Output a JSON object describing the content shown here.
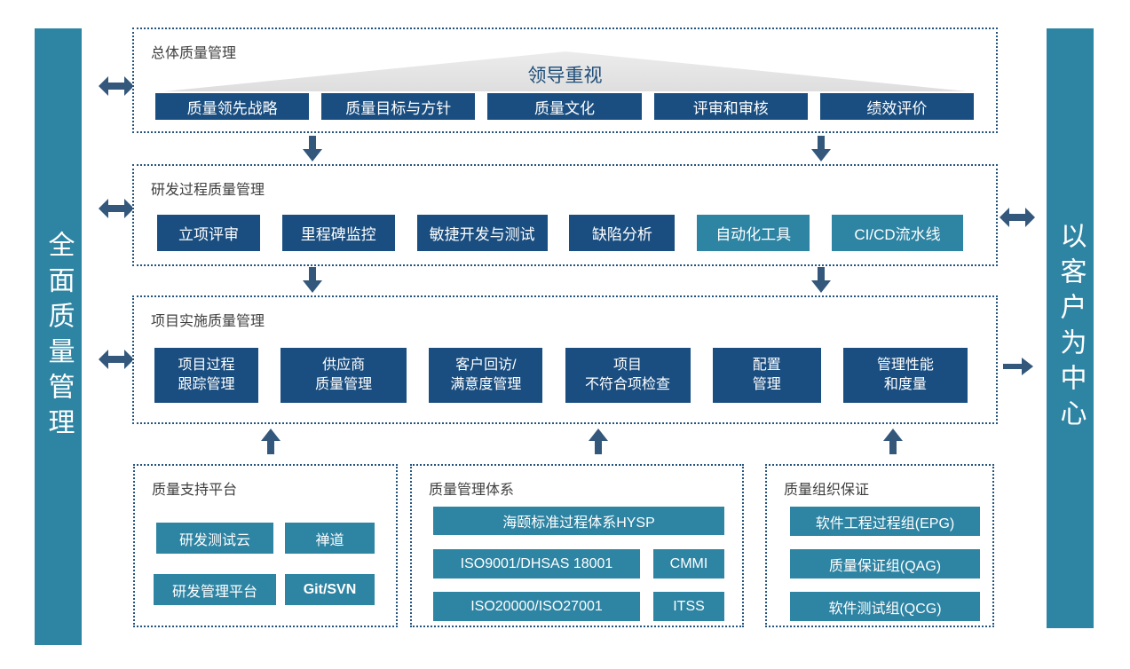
{
  "colors": {
    "teal": "#2E84A3",
    "dark_blue": "#1A4E80",
    "arrow": "#33587C",
    "dotted_border": "#24547E",
    "triangle_gray": "#E4E4E4",
    "banner_text": "#1F4E79",
    "title_text": "#3F3F3F"
  },
  "left_bar": {
    "label": "全面质量管理"
  },
  "right_bar": {
    "label": "以客户为中心"
  },
  "sections": {
    "overall": {
      "title": "总体质量管理",
      "banner": "领导重视",
      "items": [
        "质量领先战略",
        "质量目标与方针",
        "质量文化",
        "评审和审核",
        "绩效评价"
      ]
    },
    "rd_process": {
      "title": "研发过程质量管理",
      "items": [
        "立项评审",
        "里程碑监控",
        "敏捷开发与测试",
        "缺陷分析",
        "自动化工具",
        "CI/CD流水线"
      ]
    },
    "project_impl": {
      "title": "项目实施质量管理",
      "items": [
        {
          "line1": "项目过程",
          "line2": "跟踪管理"
        },
        {
          "line1": "供应商",
          "line2": "质量管理"
        },
        {
          "line1": "客户回访/",
          "line2": "满意度管理"
        },
        {
          "line1": "项目",
          "line2": "不符合项检查"
        },
        {
          "line1": "配置",
          "line2": "管理"
        },
        {
          "line1": "管理性能",
          "line2": "和度量"
        }
      ]
    },
    "support_platform": {
      "title": "质量支持平台",
      "items": [
        "研发测试云",
        "禅道",
        "研发管理平台",
        "Git/SVN"
      ]
    },
    "qms": {
      "title": "质量管理体系",
      "wide_item": "海颐标准过程体系HYSP",
      "items": [
        "ISO9001/DHSAS 18001",
        "CMMI",
        "ISO20000/ISO27001",
        "ITSS"
      ]
    },
    "org": {
      "title": "质量组织保证",
      "items": [
        "软件工程过程组(EPG)",
        "质量保证组(QAG)",
        "软件测试组(QCG)"
      ]
    }
  }
}
